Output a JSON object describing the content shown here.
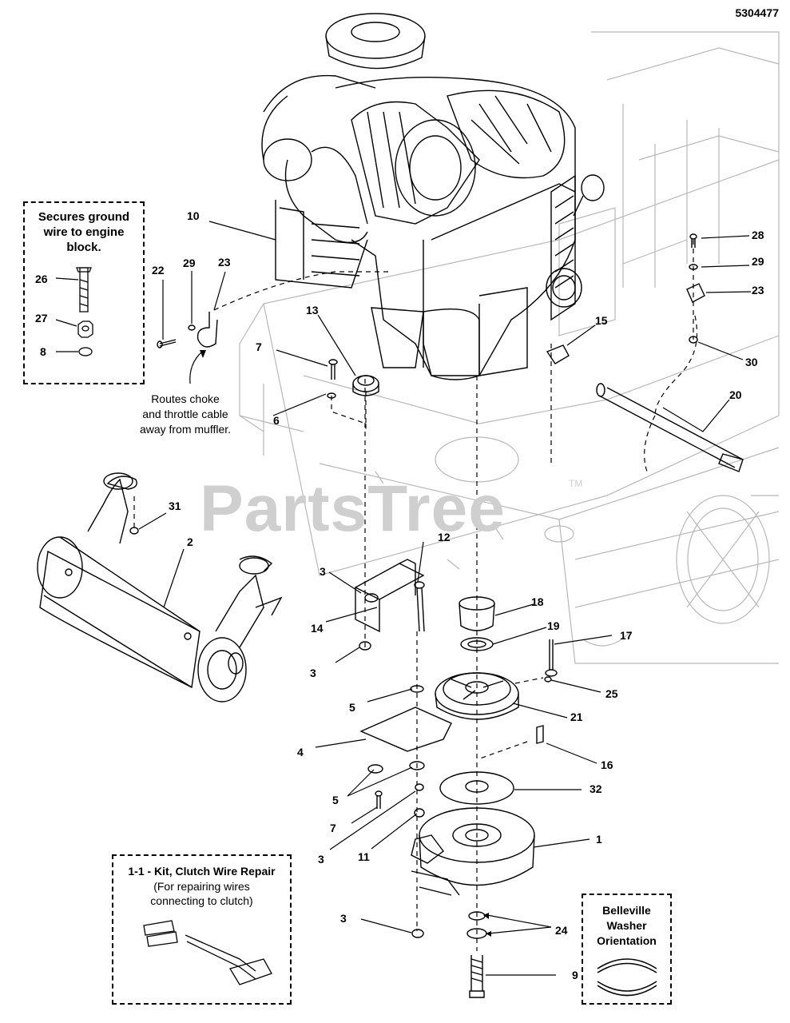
{
  "diagram_id": "5304477",
  "watermark": "PartsTree",
  "watermark_tm": "TM",
  "ground_box": {
    "title": "Secures ground wire to engine block.",
    "title_lines": [
      "Secures ground",
      "wire to engine",
      "block."
    ]
  },
  "choke_note": {
    "lines": [
      "Routes choke",
      "and throttle cable",
      "away from muffler."
    ]
  },
  "kit_box": {
    "title": "1-1 - Kit, Clutch Wire Repair",
    "sub_lines": [
      "(For repairing wires",
      "connecting to clutch)"
    ]
  },
  "belleville_box": {
    "lines": [
      "Belleville",
      "Washer",
      "Orientation"
    ]
  },
  "callouts": {
    "c1": "1",
    "c2": "2",
    "c3a": "3",
    "c3b": "3",
    "c3c": "3",
    "c3d": "3",
    "c4": "4",
    "c5a": "5",
    "c5b": "5",
    "c6": "6",
    "c7a": "7",
    "c7b": "7",
    "c8": "8",
    "c9": "9",
    "c10": "10",
    "c11": "11",
    "c12": "12",
    "c13": "13",
    "c14": "14",
    "c15": "15",
    "c16": "16",
    "c17": "17",
    "c18": "18",
    "c19": "19",
    "c20": "20",
    "c21": "21",
    "c22": "22",
    "c23a": "23",
    "c23b": "23",
    "c24": "24",
    "c25": "25",
    "c26": "26",
    "c27": "27",
    "c28": "28",
    "c29a": "29",
    "c29b": "29",
    "c30": "30",
    "c31": "31",
    "c32": "32"
  }
}
